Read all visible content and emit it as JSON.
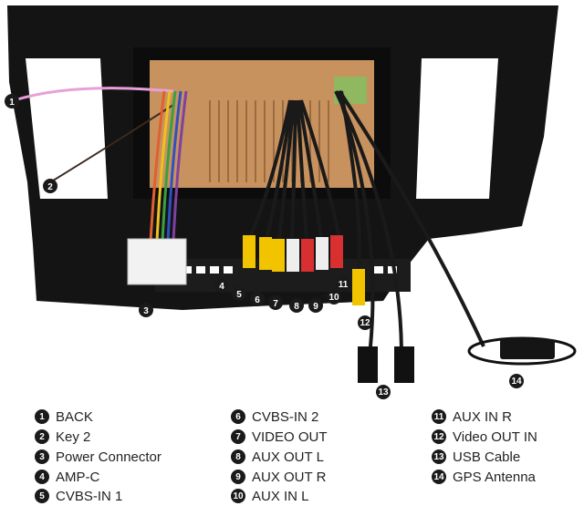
{
  "legend": [
    {
      "num": "1",
      "label": "BACK"
    },
    {
      "num": "2",
      "label": "Key 2"
    },
    {
      "num": "3",
      "label": "Power Connector"
    },
    {
      "num": "4",
      "label": "AMP-C"
    },
    {
      "num": "5",
      "label": "CVBS-IN 1"
    },
    {
      "num": "6",
      "label": "CVBS-IN 2"
    },
    {
      "num": "7",
      "label": "VIDEO OUT"
    },
    {
      "num": "8",
      "label": "AUX OUT L"
    },
    {
      "num": "9",
      "label": "AUX OUT R"
    },
    {
      "num": "10",
      "label": "AUX IN L"
    },
    {
      "num": "11",
      "label": "AUX IN R"
    },
    {
      "num": "12",
      "label": "Video OUT  IN"
    },
    {
      "num": "13",
      "label": "USB Cable"
    },
    {
      "num": "14",
      "label": "GPS Antenna"
    }
  ]
}
